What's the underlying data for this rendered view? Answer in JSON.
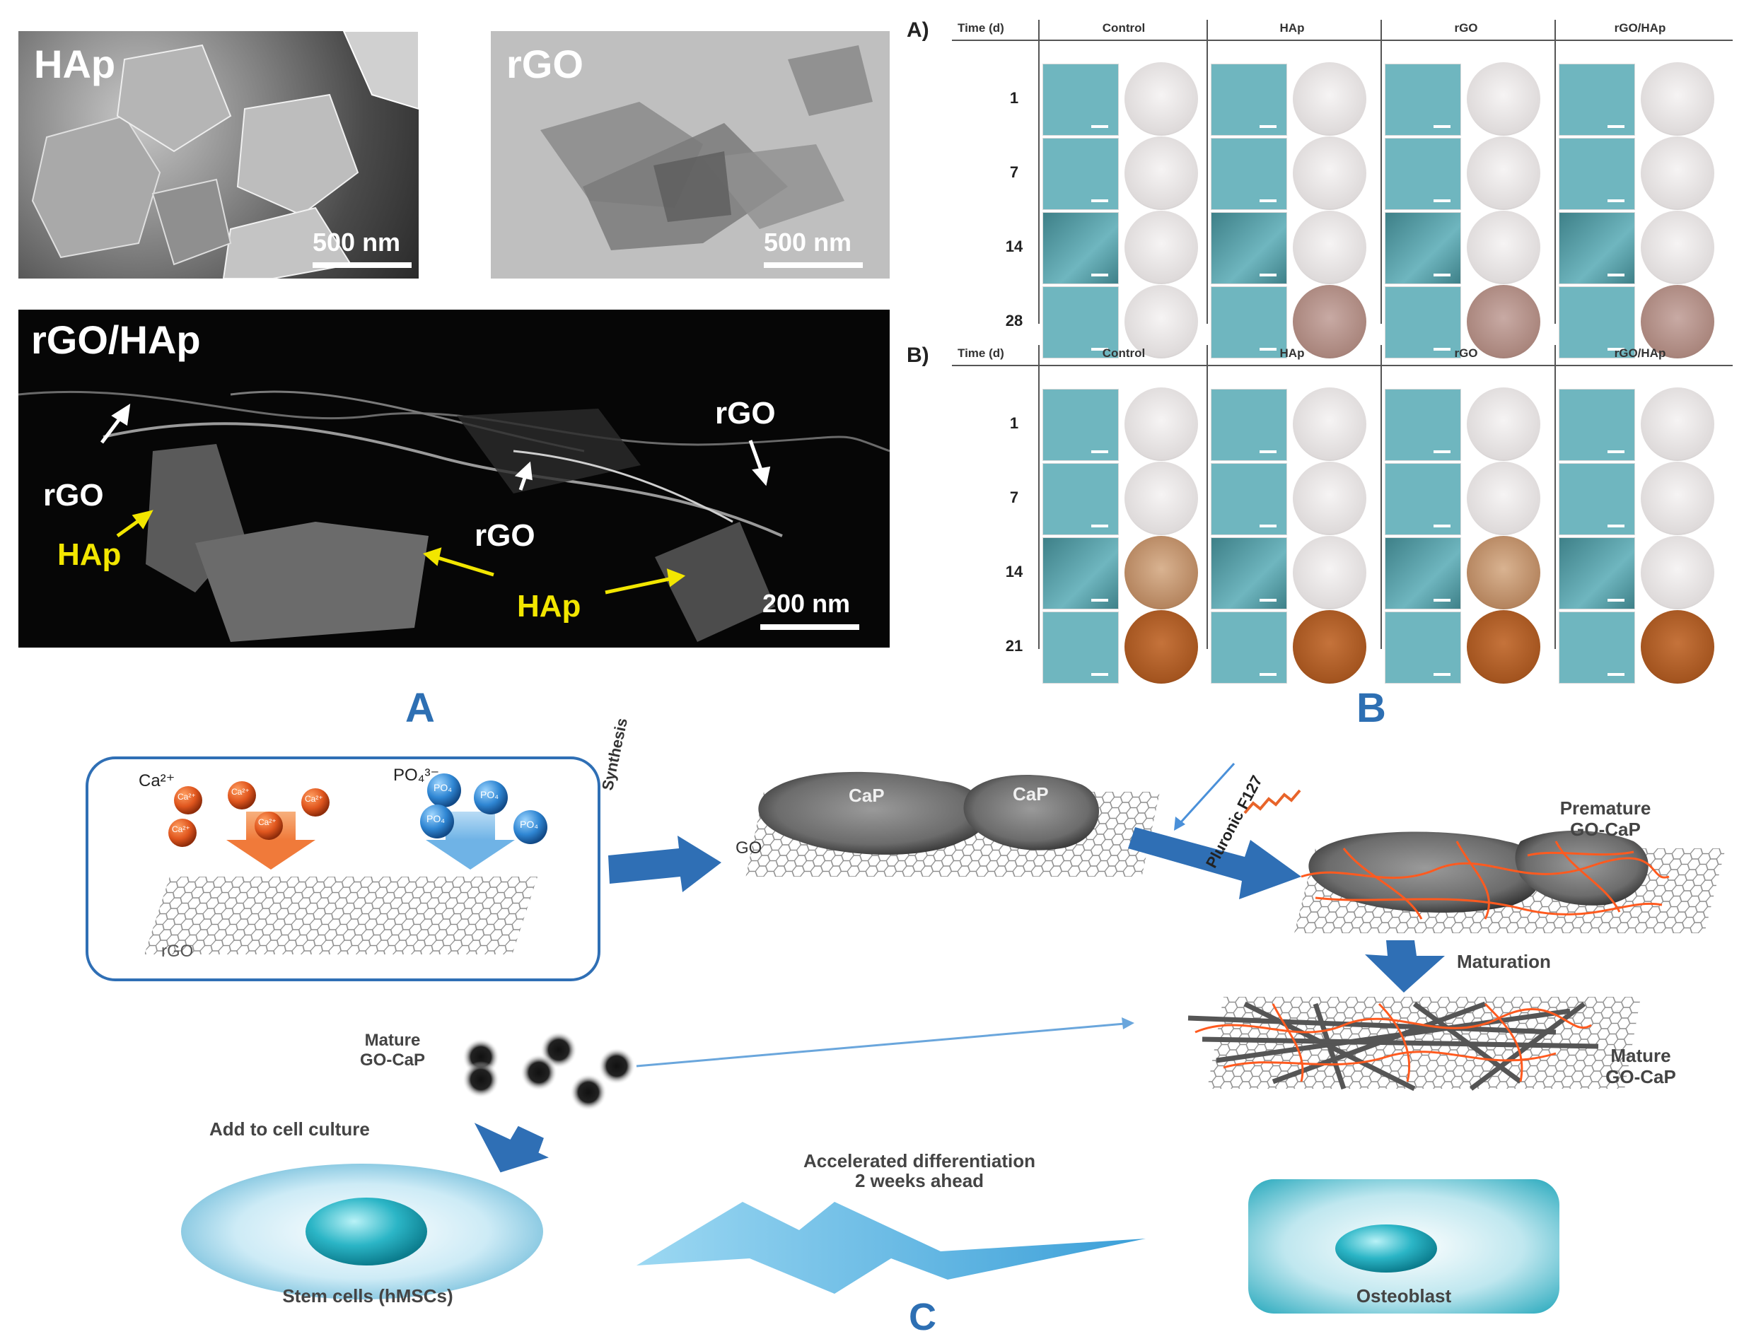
{
  "panel_a": {
    "hap_label": "HAp",
    "rgo_label": "rGO",
    "composite_label": "rGO/HAp",
    "scale_500": "500 nm",
    "scale_200": "200 nm",
    "annotations": {
      "rgo_left": "rGO",
      "hap_left": "HAp",
      "rgo_center": "rGO",
      "hap_bottom": "HAp",
      "rgo_right": "rGO"
    },
    "letter": "A"
  },
  "panel_b": {
    "letter": "B",
    "grids": [
      {
        "label": "A)",
        "time_header": "Time (d)",
        "columns": [
          "Control",
          "HAp",
          "rGO",
          "rGO/HAp"
        ],
        "days": [
          "1",
          "7",
          "14",
          "28"
        ]
      },
      {
        "label": "B)",
        "time_header": "Time (d)",
        "columns": [
          "Control",
          "HAp",
          "rGO",
          "rGO/HAp"
        ],
        "days": [
          "1",
          "7",
          "14",
          "21"
        ]
      }
    ],
    "colors": {
      "micro_light": "#6fb6bf",
      "micro_dark": "#3e8088",
      "well_white": "#e9e6e6",
      "well_brown": "#a8643a"
    }
  },
  "panel_c": {
    "letter": "C",
    "ca_label": "Ca²⁺",
    "po_label": "PO₄³⁻",
    "ca_ion": "Ca²⁺",
    "po_ion": "PO₄",
    "rgo_sheet": "rGO",
    "synthesis": "Synthesis",
    "cap": "CaP",
    "go": "GO",
    "pluronic": "Pluronic F127",
    "premature": "Premature\nGO-CaP",
    "maturation": "Maturation",
    "mature_right": "Mature\nGO-CaP",
    "mature_left": "Mature\nGO-CaP",
    "add_culture": "Add to cell culture",
    "accelerated": "Accelerated differentiation\n2 weeks ahead",
    "stem_cells": "Stem cells (hMSCs)",
    "osteoblast": "Osteoblast",
    "colors": {
      "arrow_blue": "#2f6fb5",
      "orange": "#e8642a",
      "cyan": "#2fb3c4"
    }
  }
}
